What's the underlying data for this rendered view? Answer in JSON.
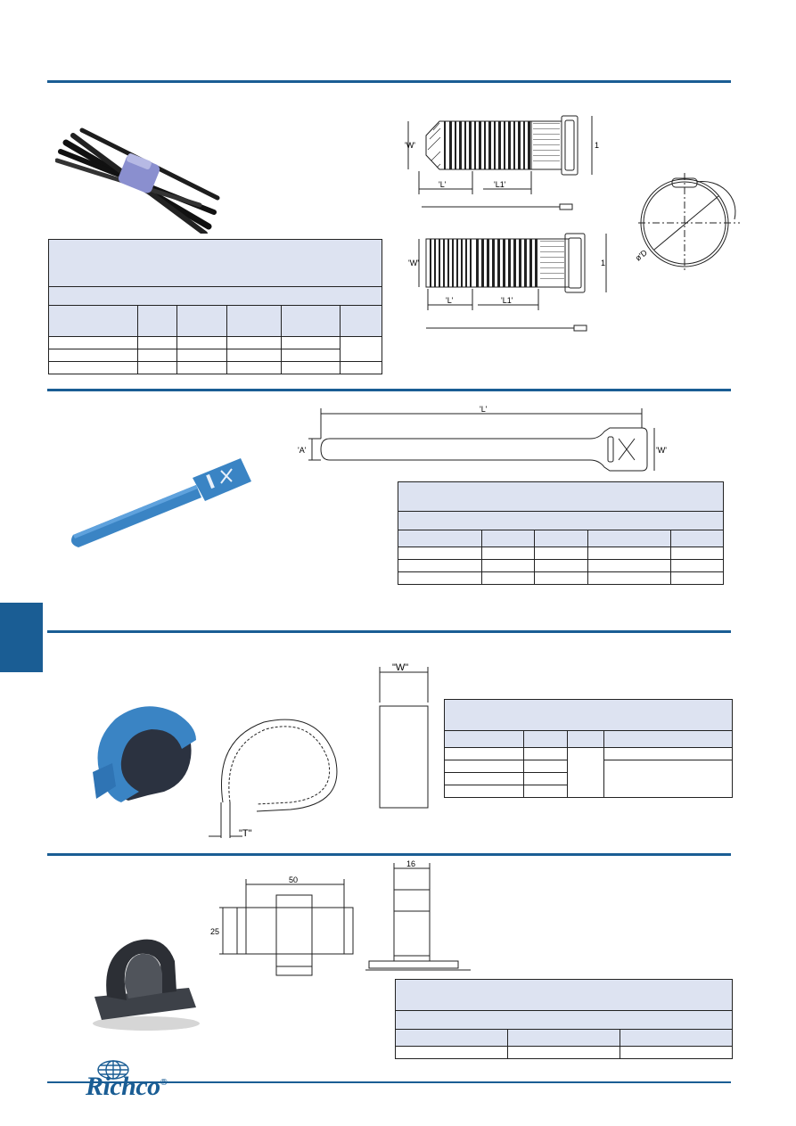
{
  "brand": {
    "name": "Richco",
    "registered": "®",
    "color": "#1a5d94"
  },
  "colors": {
    "accent": "#1a5d94",
    "table_header": "#dde3f1",
    "product_blue": "#3a84c4"
  },
  "section1": {
    "drawing_top": {
      "w_label": "'W'",
      "l_label": "'L'",
      "l1_label": "'L1'",
      "side_dim": "1"
    },
    "drawing_bottom": {
      "w_label": "'W'",
      "l_label": "'L'",
      "l1_label": "'L1'",
      "side_dim": "1"
    },
    "loop": {
      "diameter_label": "ø'D"
    }
  },
  "section2": {
    "drawing": {
      "l_label": "'L'",
      "a_label": "'A'",
      "w_label": "'W'"
    }
  },
  "section3": {
    "drawing": {
      "w_label": "\"W\"",
      "t_label": "\"T\""
    }
  },
  "section4": {
    "drawing": {
      "width_dim": "50",
      "height_dim": "25",
      "side_dim": "16"
    }
  }
}
